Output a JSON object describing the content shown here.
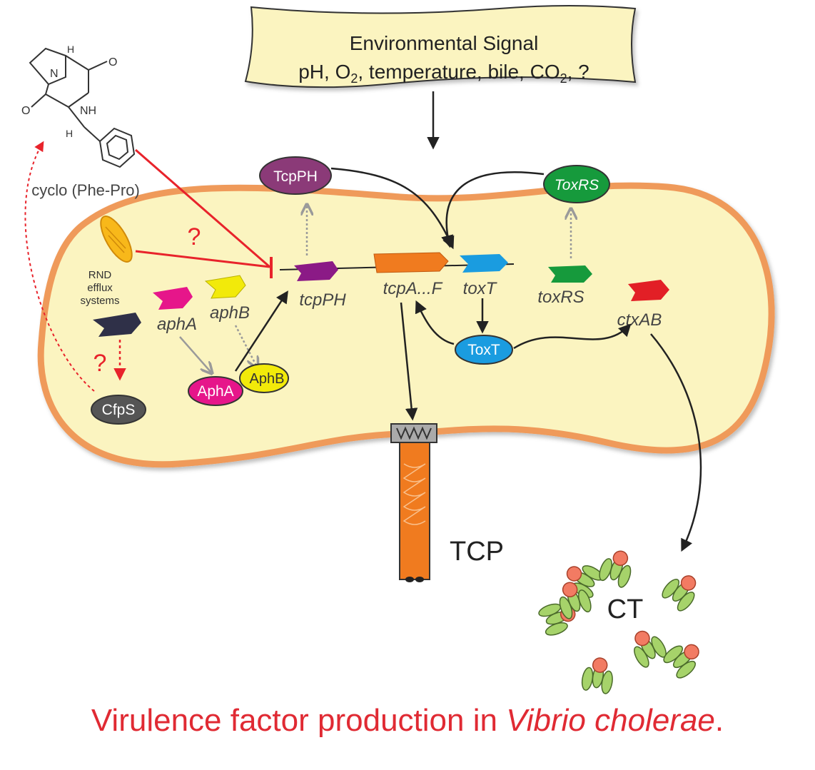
{
  "signal": {
    "title": "Environmental Signal",
    "line2_pre": "pH, O",
    "sub_o2": "2",
    "line2_mid": ", temperature, bile, CO",
    "sub_co2": "2",
    "line2_post": ", ?"
  },
  "molecule": {
    "atom_n": "N",
    "atom_nh": "NH",
    "atom_h1": "H",
    "atom_h2": "H",
    "atom_o1": "O",
    "atom_o2": "O",
    "name": "cyclo (Phe-Pro)"
  },
  "rnd": {
    "line1": "RND",
    "line2": "efflux",
    "line3": "systems"
  },
  "genes": {
    "aphA": "aphA",
    "aphB": "aphB",
    "tcpPH": "tcpPH",
    "tcpA": "tcpA...F",
    "toxT": "toxT",
    "toxRS": "toxRS",
    "ctxAB": "ctxAB"
  },
  "proteins": {
    "TcpPH": "TcpPH",
    "ToxRS": "ToxRS",
    "ToxT": "ToxT",
    "AphA": "AphA",
    "AphB": "AphB",
    "CfpS": "CfpS"
  },
  "question_marks": {
    "q1": "?",
    "q2": "?"
  },
  "outputs": {
    "tcp": "TCP",
    "ct": "CT"
  },
  "caption": {
    "pre": "Virulence factor production in ",
    "species": "Vibrio cholerae",
    "post": "."
  },
  "colors": {
    "cell_fill": "#fbf4c0",
    "cell_border": "#ef9a5a",
    "inhibit": "#e8232b",
    "tcpPH": "#8b1a86",
    "tcpA": "#f07b1f",
    "toxT": "#1a9ce0",
    "toxRS": "#169a3c",
    "ctxAB": "#e21f26",
    "aphA": "#e6168a",
    "aphB": "#f2ea0a",
    "cfpS_gene": "#2f3048"
  }
}
